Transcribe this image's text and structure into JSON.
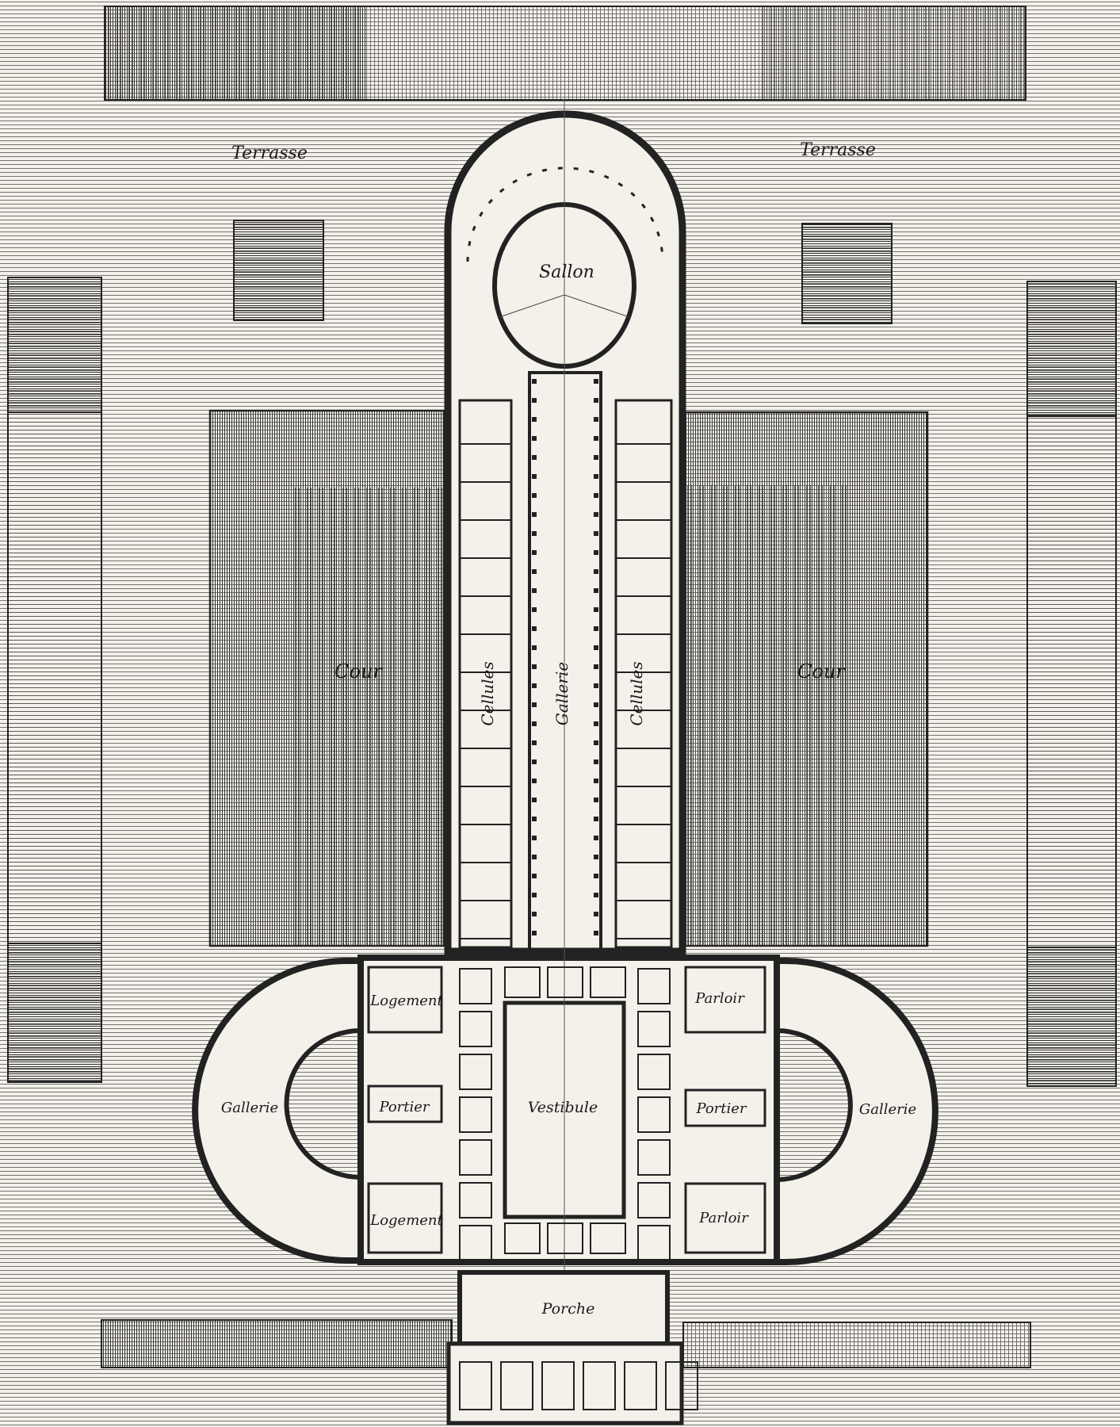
{
  "labels": {
    "terrasse_left": "Terrasse",
    "terrasse_right": "Terrasse",
    "sallon": "Sallon",
    "cour_left": "Cour",
    "cour_right": "Cour",
    "cellules_left": "Cellules",
    "gallerie_center": "Gallerie",
    "cellules_right": "Cellules",
    "logement_top": "Logement",
    "logement_bottom": "Logement",
    "parloir_top": "Parloir",
    "parloir_bottom": "Parloir",
    "portier_left": "Portier",
    "portier_right": "Portier",
    "vestibule": "Vestibule",
    "gallerie_left": "Gallerie",
    "gallerie_right": "Gallerie",
    "porche": "Porche"
  },
  "colors": {
    "paper": "#f4f1ea",
    "ink": "#1a1a1a",
    "wall": "#222222"
  }
}
